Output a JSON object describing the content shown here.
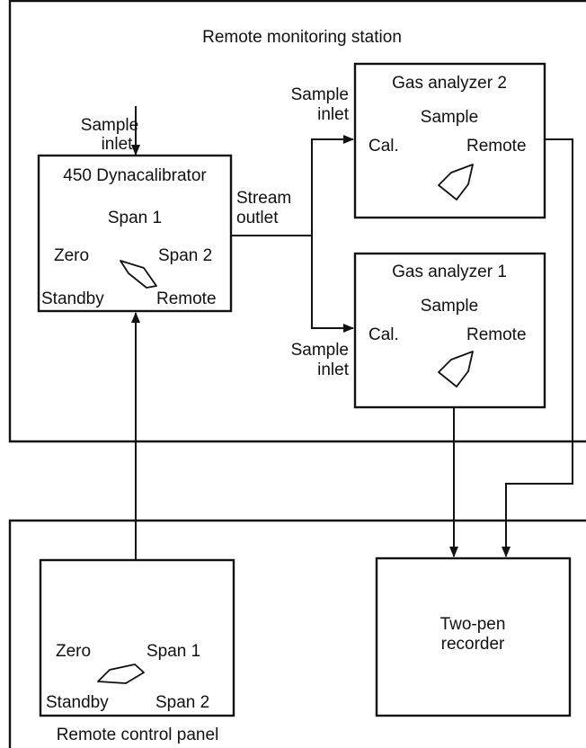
{
  "station": {
    "title": "Remote monitoring station"
  },
  "sample_inlet_top": [
    "Sample",
    "inlet"
  ],
  "calibrator": {
    "title": "450 Dynacalibrator",
    "span1": "Span 1",
    "zero": "Zero",
    "span2": "Span 2",
    "standby": "Standby",
    "remote": "Remote"
  },
  "stream_outlet": [
    "Stream",
    "outlet"
  ],
  "sample_inlet_upper": [
    "Sample",
    "inlet"
  ],
  "sample_inlet_lower": [
    "Sample",
    "inlet"
  ],
  "analyzer2": {
    "title": "Gas analyzer 2",
    "sample": "Sample",
    "cal": "Cal.",
    "remote": "Remote"
  },
  "analyzer1": {
    "title": "Gas analyzer 1",
    "sample": "Sample",
    "cal": "Cal.",
    "remote": "Remote"
  },
  "recorder": {
    "title": [
      "Two-pen",
      "recorder"
    ]
  },
  "control_panel": {
    "zero": "Zero",
    "span1": "Span 1",
    "standby": "Standby",
    "span2": "Span 2",
    "caption": "Remote control panel"
  }
}
